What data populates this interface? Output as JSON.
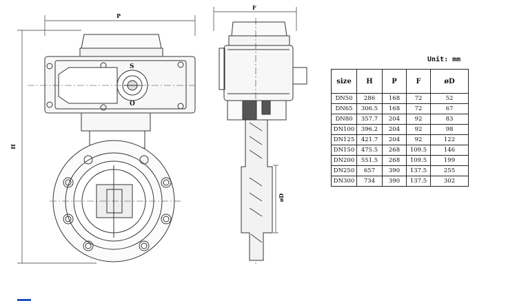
{
  "dimension_labels": {
    "p": "P",
    "f": "F",
    "h": "H",
    "od": "øD"
  },
  "handwheel_marks": {
    "s": "S",
    "o": "O"
  },
  "unit_label": "Unit: mm",
  "table": {
    "headers": [
      "size",
      "H",
      "P",
      "F",
      "øD"
    ],
    "rows": [
      [
        "DN50",
        "286",
        "168",
        "72",
        "52"
      ],
      [
        "DN65",
        "306.5",
        "168",
        "72",
        "67"
      ],
      [
        "DN80",
        "357.7",
        "204",
        "92",
        "83"
      ],
      [
        "DN100",
        "396.2",
        "204",
        "92",
        "98"
      ],
      [
        "DN125",
        "421.7",
        "204",
        "92",
        "122"
      ],
      [
        "DN150",
        "475.5",
        "268",
        "109.5",
        "146"
      ],
      [
        "DN200",
        "551.5",
        "268",
        "109.5",
        "199"
      ],
      [
        "DN250",
        "657",
        "390",
        "137.5",
        "255"
      ],
      [
        "DN300",
        "734",
        "390",
        "137.5",
        "302"
      ]
    ]
  }
}
